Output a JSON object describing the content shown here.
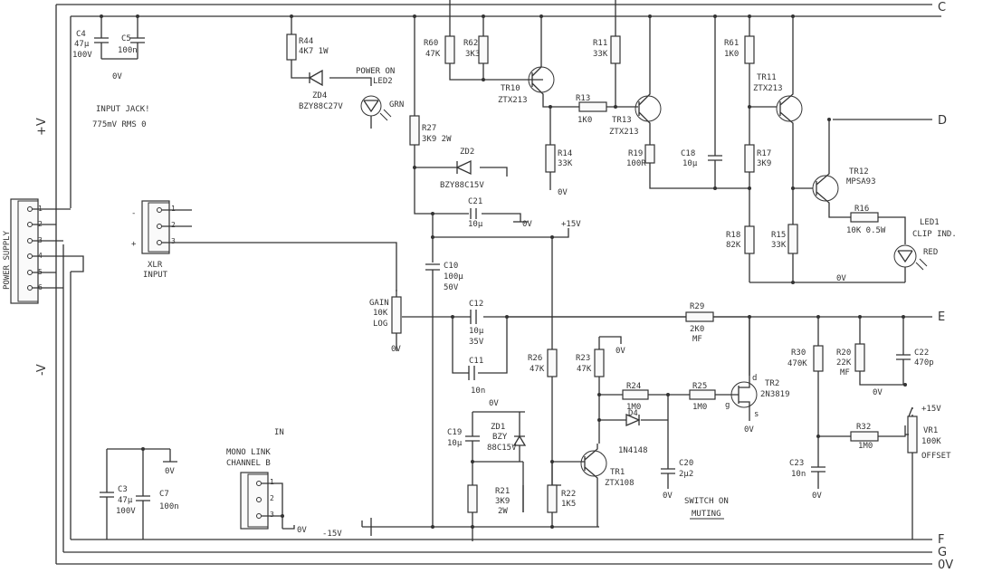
{
  "rails": {
    "c": "C",
    "d": "D",
    "e": "E",
    "f": "F",
    "g": "G",
    "ov": "0V",
    "plus_v": "+V",
    "minus_v": "-V"
  },
  "power_supply": {
    "title": "POWER SUPPLY",
    "pins": [
      "1",
      "2",
      "3",
      "4",
      "5",
      "6"
    ]
  },
  "xlr": {
    "title": "XLR",
    "subtitle": "INPUT",
    "pins": [
      "1",
      "2",
      "3"
    ],
    "minus": "-",
    "plus": "+"
  },
  "mono_link": {
    "title": "MONO LINK",
    "subtitle": "CHANNEL B",
    "pins": [
      "1",
      "2",
      "3"
    ],
    "in": "IN"
  },
  "input_jack": {
    "line1": "INPUT JACK!",
    "line2": "775mV RMS 0"
  },
  "components": {
    "c4": {
      "ref": "C4",
      "val1": "47µ",
      "val2": "100V"
    },
    "c5": {
      "ref": "C5",
      "val1": "100n"
    },
    "ov_top": "0V",
    "r44": {
      "ref": "R44",
      "val1": "4K7 1W"
    },
    "zd4": {
      "ref": "ZD4",
      "val1": "BZY88C27V"
    },
    "led2": {
      "ref": "POWER ON",
      "val1": "LED2",
      "val2": "GRN"
    },
    "r27": {
      "ref": "R27",
      "val1": "3K9 2W"
    },
    "zd2": {
      "ref": "ZD2",
      "val1": "BZY88C15V"
    },
    "c21": {
      "ref": "C21",
      "val1": "10µ",
      "gnd": "0V"
    },
    "r60": {
      "ref": "R60",
      "val1": "47K"
    },
    "r62": {
      "ref": "R62",
      "val1": "3K3"
    },
    "tr10": {
      "ref": "TR10",
      "val1": "ZTX213"
    },
    "r11": {
      "ref": "R11",
      "val1": "33K"
    },
    "r13": {
      "ref": "R13",
      "val1": "1K0"
    },
    "tr13": {
      "ref": "TR13",
      "val1": "ZTX213"
    },
    "r14": {
      "ref": "R14",
      "val1": "33K",
      "gnd": "0V"
    },
    "r19": {
      "ref": "R19",
      "val1": "100R"
    },
    "c18": {
      "ref": "C18",
      "val1": "10µ"
    },
    "r61": {
      "ref": "R61",
      "val1": "1K0"
    },
    "tr11": {
      "ref": "TR11",
      "val1": "ZTX213"
    },
    "r17": {
      "ref": "R17",
      "val1": "3K9"
    },
    "tr12": {
      "ref": "TR12",
      "val1": "MPSA93"
    },
    "r16": {
      "ref": "R16",
      "val1": "10K 0.5W"
    },
    "led1": {
      "ref": "LED1",
      "val1": "CLIP IND.",
      "val2": "RED"
    },
    "r18": {
      "ref": "R18",
      "val1": "82K"
    },
    "r15": {
      "ref": "R15",
      "val1": "33K"
    },
    "ov_mid": "0V",
    "plus15": "+15V",
    "c10": {
      "ref": "C10",
      "val1": "100µ",
      "val2": "50V"
    },
    "gain": {
      "ref": "GAIN",
      "val1": "10K",
      "val2": "LOG",
      "gnd": "0V"
    },
    "c12": {
      "ref": "C12",
      "val1": "10µ",
      "val2": "35V"
    },
    "c11": {
      "ref": "C11",
      "val1": "10n"
    },
    "r29": {
      "ref": "R29",
      "val1": "2K0",
      "val2": "MF"
    },
    "r30": {
      "ref": "R30",
      "val1": "470K"
    },
    "r20": {
      "ref": "R20",
      "val1": "22K",
      "val2": "MF",
      "gnd": "0V"
    },
    "c22": {
      "ref": "C22",
      "val1": "470p"
    },
    "r26": {
      "ref": "R26",
      "val1": "47K"
    },
    "r23": {
      "ref": "R23",
      "val1": "47K",
      "gnd": "0V"
    },
    "r24": {
      "ref": "R24",
      "val1": "1M0"
    },
    "r25": {
      "ref": "R25",
      "val1": "1M0"
    },
    "tr2": {
      "ref": "TR2",
      "val1": "2N3819",
      "d": "d",
      "g": "g",
      "s": "s",
      "gnd": "0V"
    },
    "d4": {
      "ref": "D4",
      "val1": "1N4148"
    },
    "c20": {
      "ref": "C20",
      "val1": "2µ2",
      "gnd": "0V"
    },
    "c19": {
      "ref": "C19",
      "val1": "10µ"
    },
    "zd1": {
      "ref": "ZD1",
      "val1": "BZY",
      "val2": "88C15V",
      "gnd": "0V"
    },
    "r21": {
      "ref": "R21",
      "val1": "3K9",
      "val2": "2W"
    },
    "r22": {
      "ref": "R22",
      "val1": "1K5"
    },
    "tr1": {
      "ref": "TR1",
      "val1": "ZTX108"
    },
    "switch": {
      "line1": "SWITCH ON",
      "line2": "MUTING"
    },
    "c23": {
      "ref": "C23",
      "val1": "10n",
      "gnd": "0V"
    },
    "r32": {
      "ref": "R32",
      "val1": "1M0"
    },
    "vr1": {
      "ref": "VR1",
      "val1": "100K",
      "val2": "OFFSET",
      "supply": "+15V"
    },
    "c3": {
      "ref": "C3",
      "val1": "47µ",
      "val2": "100V"
    },
    "c7": {
      "ref": "C7",
      "val1": "100n"
    },
    "ov_low": "0V",
    "minus15": "-15V",
    "ml_gnd": "0V"
  }
}
